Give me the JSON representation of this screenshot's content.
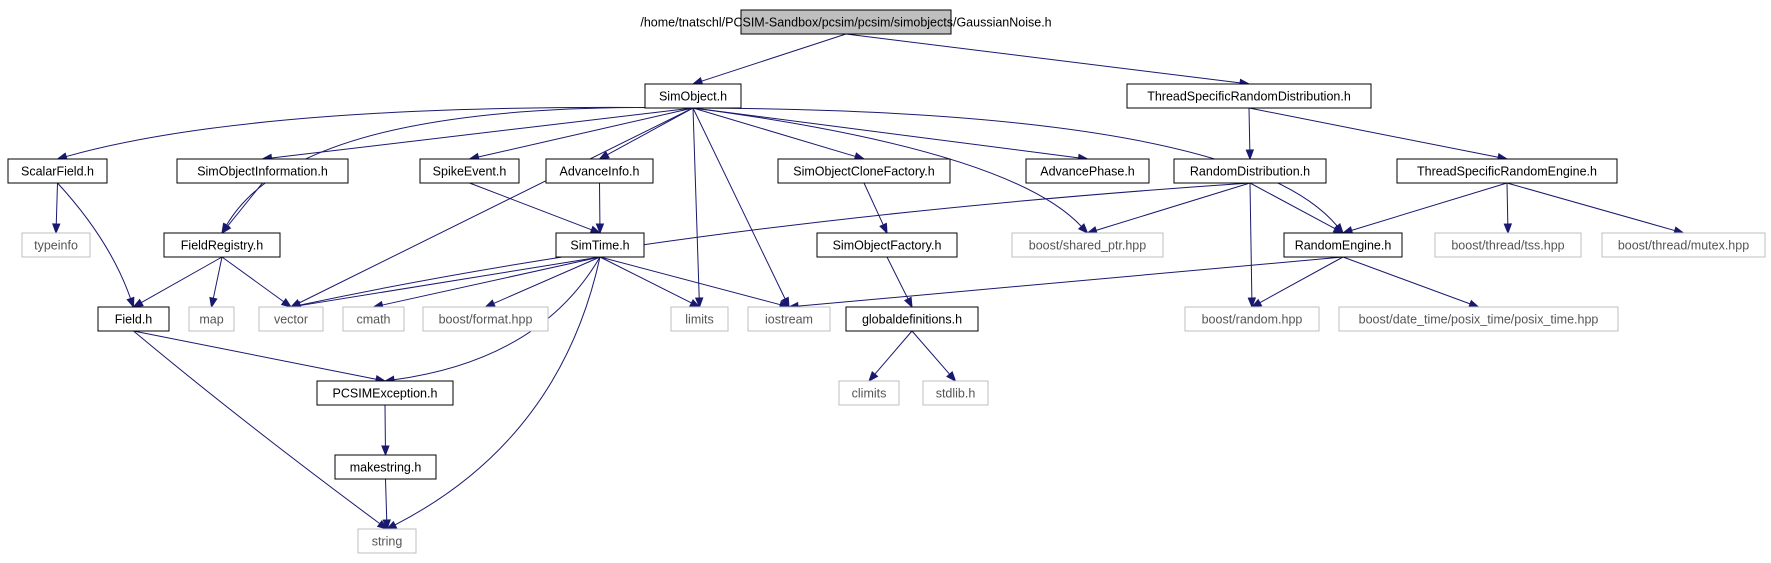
{
  "diagram": {
    "colors": {
      "edge": "#191970",
      "root_fill": "#bfbfbf",
      "local_border": "#000000",
      "external_border": "#bfbfbf",
      "external_text": "#555555"
    },
    "nodes": [
      {
        "id": "gaussian",
        "label": "/home/tnatschl/PCSIM-Sandbox/pcsim/pcsim/simobjects/GaussianNoise.h",
        "kind": "root"
      },
      {
        "id": "simobject",
        "label": "SimObject.h",
        "kind": "local"
      },
      {
        "id": "tsrd",
        "label": "ThreadSpecificRandomDistribution.h",
        "kind": "local"
      },
      {
        "id": "scalarfield",
        "label": "ScalarField.h",
        "kind": "local"
      },
      {
        "id": "soinfo",
        "label": "SimObjectInformation.h",
        "kind": "local"
      },
      {
        "id": "spikeevent",
        "label": "SpikeEvent.h",
        "kind": "local"
      },
      {
        "id": "advanceinfo",
        "label": "AdvanceInfo.h",
        "kind": "local"
      },
      {
        "id": "soclone",
        "label": "SimObjectCloneFactory.h",
        "kind": "local"
      },
      {
        "id": "advancephase",
        "label": "AdvancePhase.h",
        "kind": "local"
      },
      {
        "id": "randdist",
        "label": "RandomDistribution.h",
        "kind": "local"
      },
      {
        "id": "tsre",
        "label": "ThreadSpecificRandomEngine.h",
        "kind": "local"
      },
      {
        "id": "typeinfo",
        "label": "typeinfo",
        "kind": "external"
      },
      {
        "id": "fieldreg",
        "label": "FieldRegistry.h",
        "kind": "local"
      },
      {
        "id": "simtime",
        "label": "SimTime.h",
        "kind": "local"
      },
      {
        "id": "sofactory",
        "label": "SimObjectFactory.h",
        "kind": "local"
      },
      {
        "id": "sharedptr",
        "label": "boost/shared_ptr.hpp",
        "kind": "external"
      },
      {
        "id": "randengine",
        "label": "RandomEngine.h",
        "kind": "local"
      },
      {
        "id": "tss",
        "label": "boost/thread/tss.hpp",
        "kind": "external"
      },
      {
        "id": "mutex",
        "label": "boost/thread/mutex.hpp",
        "kind": "external"
      },
      {
        "id": "field",
        "label": "Field.h",
        "kind": "local"
      },
      {
        "id": "map",
        "label": "map",
        "kind": "external"
      },
      {
        "id": "vector",
        "label": "vector",
        "kind": "external"
      },
      {
        "id": "cmath",
        "label": "cmath",
        "kind": "external"
      },
      {
        "id": "format",
        "label": "boost/format.hpp",
        "kind": "external"
      },
      {
        "id": "limits",
        "label": "limits",
        "kind": "external"
      },
      {
        "id": "iostream",
        "label": "iostream",
        "kind": "external"
      },
      {
        "id": "globaldefs",
        "label": "globaldefinitions.h",
        "kind": "local"
      },
      {
        "id": "random",
        "label": "boost/random.hpp",
        "kind": "external"
      },
      {
        "id": "posixtime",
        "label": "boost/date_time/posix_time/posix_time.hpp",
        "kind": "external"
      },
      {
        "id": "climits",
        "label": "climits",
        "kind": "external"
      },
      {
        "id": "stdlib",
        "label": "stdlib.h",
        "kind": "external"
      },
      {
        "id": "pcsimexc",
        "label": "PCSIMException.h",
        "kind": "local"
      },
      {
        "id": "makestring",
        "label": "makestring.h",
        "kind": "local"
      },
      {
        "id": "string",
        "label": "string",
        "kind": "external"
      }
    ],
    "edges": [
      [
        "gaussian",
        "simobject"
      ],
      [
        "gaussian",
        "tsrd"
      ],
      [
        "simobject",
        "scalarfield"
      ],
      [
        "simobject",
        "soinfo"
      ],
      [
        "simobject",
        "fieldreg"
      ],
      [
        "simobject",
        "vector"
      ],
      [
        "simobject",
        "spikeevent"
      ],
      [
        "simobject",
        "advanceinfo"
      ],
      [
        "simobject",
        "limits"
      ],
      [
        "simobject",
        "iostream"
      ],
      [
        "simobject",
        "soclone"
      ],
      [
        "simobject",
        "advancephase"
      ],
      [
        "simobject",
        "sharedptr"
      ],
      [
        "simobject",
        "randengine"
      ],
      [
        "tsrd",
        "randdist"
      ],
      [
        "tsrd",
        "tsre"
      ],
      [
        "scalarfield",
        "typeinfo"
      ],
      [
        "scalarfield",
        "field"
      ],
      [
        "soinfo",
        "fieldreg"
      ],
      [
        "spikeevent",
        "simtime"
      ],
      [
        "advanceinfo",
        "simtime"
      ],
      [
        "soclone",
        "sofactory"
      ],
      [
        "randdist",
        "vector"
      ],
      [
        "randdist",
        "sharedptr"
      ],
      [
        "randdist",
        "randengine"
      ],
      [
        "randdist",
        "random"
      ],
      [
        "tsre",
        "randengine"
      ],
      [
        "tsre",
        "tss"
      ],
      [
        "tsre",
        "mutex"
      ],
      [
        "fieldreg",
        "field"
      ],
      [
        "fieldreg",
        "map"
      ],
      [
        "fieldreg",
        "vector"
      ],
      [
        "simtime",
        "vector"
      ],
      [
        "simtime",
        "cmath"
      ],
      [
        "simtime",
        "format"
      ],
      [
        "simtime",
        "limits"
      ],
      [
        "simtime",
        "iostream"
      ],
      [
        "simtime",
        "pcsimexc"
      ],
      [
        "simtime",
        "string"
      ],
      [
        "sofactory",
        "globaldefs"
      ],
      [
        "randengine",
        "iostream"
      ],
      [
        "randengine",
        "random"
      ],
      [
        "randengine",
        "posixtime"
      ],
      [
        "field",
        "pcsimexc"
      ],
      [
        "field",
        "string"
      ],
      [
        "globaldefs",
        "climits"
      ],
      [
        "globaldefs",
        "stdlib"
      ],
      [
        "pcsimexc",
        "makestring"
      ],
      [
        "makestring",
        "string"
      ]
    ]
  }
}
